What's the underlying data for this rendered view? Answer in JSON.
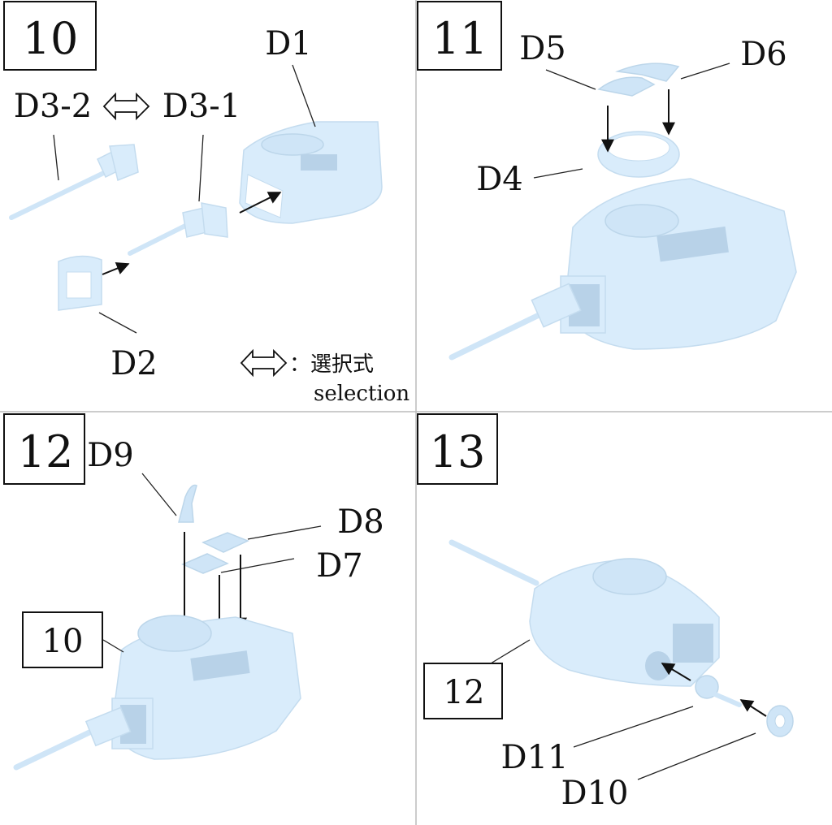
{
  "steps": {
    "step10": {
      "number": "10",
      "parts": {
        "d1": "D1",
        "d3_2": "D3-2",
        "d3_1": "D3-1",
        "d2": "D2"
      },
      "legend": {
        "choice_label": "：選択式",
        "choice_label_en": "selection"
      }
    },
    "step11": {
      "number": "11",
      "parts": {
        "d5": "D5",
        "d6": "D6",
        "d4": "D4"
      }
    },
    "step12": {
      "number": "12",
      "parts": {
        "d9": "D9",
        "d8": "D8",
        "d7": "D7"
      },
      "ref_step": "10"
    },
    "step13": {
      "number": "13",
      "parts": {
        "d11": "D11",
        "d10": "D10"
      },
      "ref_step": "12"
    }
  },
  "colors": {
    "part_fill": "#d9ecfb",
    "part_shade": "#b8d2e8",
    "line": "#111111"
  },
  "icons": [
    "double-arrow-icon",
    "arrow-down-icon"
  ]
}
